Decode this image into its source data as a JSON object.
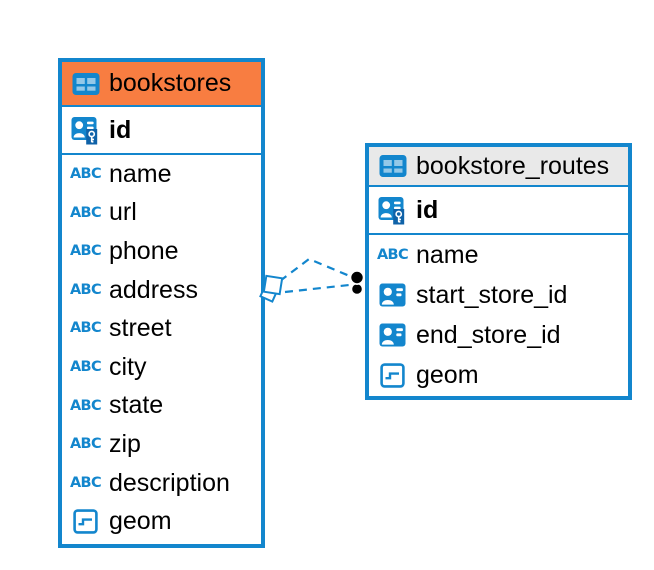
{
  "colors": {
    "accent_blue": "#1386cd",
    "bookstores_header": "#f87d41",
    "bookstore_routes_header": "#e9e9e9",
    "connector_dot": "#000000",
    "canvas": "#ffffff"
  },
  "type_icon_label": "ABC",
  "tables": [
    {
      "name": "bookstores",
      "primary_key": "id",
      "fields": [
        {
          "name": "name",
          "type": "text"
        },
        {
          "name": "url",
          "type": "text"
        },
        {
          "name": "phone",
          "type": "text"
        },
        {
          "name": "address",
          "type": "text"
        },
        {
          "name": "street",
          "type": "text"
        },
        {
          "name": "city",
          "type": "text"
        },
        {
          "name": "state",
          "type": "text"
        },
        {
          "name": "zip",
          "type": "text"
        },
        {
          "name": "description",
          "type": "text"
        },
        {
          "name": "geom",
          "type": "geometry"
        }
      ]
    },
    {
      "name": "bookstore_routes",
      "primary_key": "id",
      "fields": [
        {
          "name": "name",
          "type": "text"
        },
        {
          "name": "start_store_id",
          "type": "reference"
        },
        {
          "name": "end_store_id",
          "type": "reference"
        },
        {
          "name": "geom",
          "type": "geometry"
        }
      ]
    }
  ],
  "connections": [
    {
      "from_table": "bookstores",
      "to_table": "bookstore_routes",
      "style": "dashed"
    },
    {
      "from_table": "bookstores",
      "to_table": "bookstore_routes",
      "style": "dashed"
    }
  ]
}
